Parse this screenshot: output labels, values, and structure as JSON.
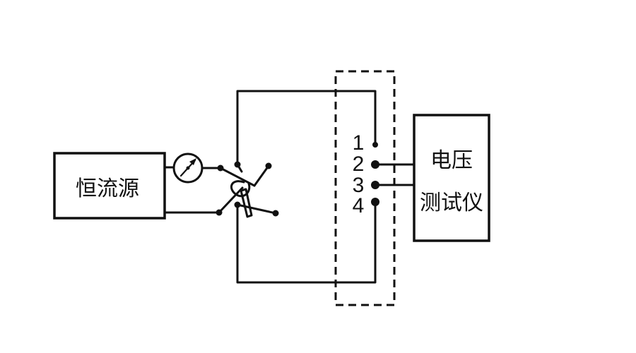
{
  "source": {
    "label": "恒流源"
  },
  "tester": {
    "line1": "电压",
    "line2": "测试仪"
  },
  "terminals": [
    {
      "label": "1"
    },
    {
      "label": "2"
    },
    {
      "label": "3"
    },
    {
      "label": "4"
    }
  ],
  "icons": {
    "meter": "ammeter-icon",
    "switch": "reversing-switch-icon"
  }
}
